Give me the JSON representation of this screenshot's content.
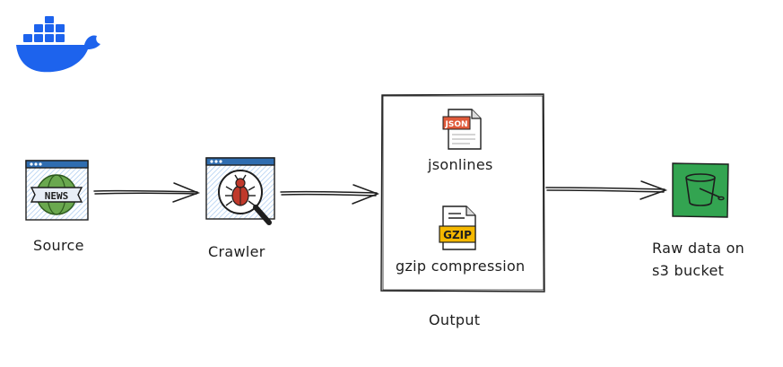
{
  "diagram": {
    "logo": {
      "icon": "docker-whale-icon",
      "color": "#1d63ed"
    },
    "nodes": [
      {
        "id": "source",
        "label": "Source",
        "icon": "news-browser-icon",
        "icon_text": "NEWS"
      },
      {
        "id": "crawler",
        "label": "Crawler",
        "icon": "bug-search-icon"
      },
      {
        "id": "output",
        "label": "Output",
        "items": [
          {
            "label": "jsonlines",
            "icon": "json-file-icon",
            "icon_text": "JSON"
          },
          {
            "label": "gzip compression",
            "icon": "gzip-file-icon",
            "icon_text": "GZIP"
          }
        ]
      },
      {
        "id": "s3",
        "label_line1": "Raw data on",
        "label_line2": "s3 bucket",
        "icon": "s3-bucket-icon",
        "color": "#2a9d49"
      }
    ],
    "edges": [
      {
        "from": "source",
        "to": "crawler"
      },
      {
        "from": "crawler",
        "to": "output"
      },
      {
        "from": "output",
        "to": "s3"
      }
    ]
  }
}
